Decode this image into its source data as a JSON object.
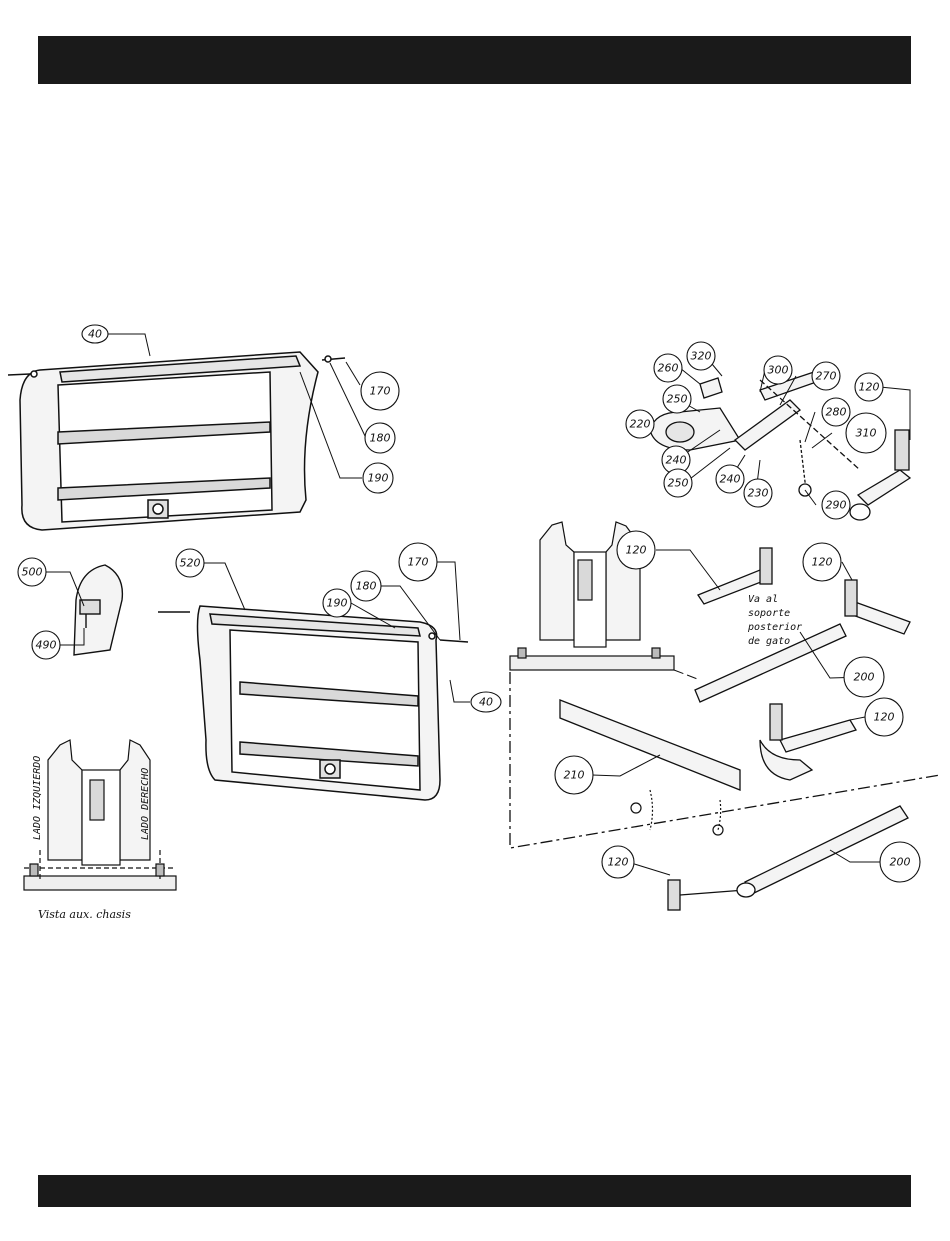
{
  "callouts": {
    "c40a": "40",
    "c170a": "170",
    "c180a": "180",
    "c190a": "190",
    "c500": "500",
    "c490": "490",
    "c520": "520",
    "c170b": "170",
    "c180b": "180",
    "c190b": "190",
    "c40b": "40",
    "c320": "320",
    "c260a": "260",
    "c300": "300",
    "c270": "270",
    "c260b": "250",
    "c220": "220",
    "c280": "280",
    "c310": "310",
    "c120a": "120",
    "c240a": "240",
    "c250": "250",
    "c240b": "240",
    "c230": "230",
    "c290": "290",
    "c120b": "120",
    "c120c": "120",
    "c200a": "200",
    "c120d": "120",
    "c210": "210",
    "c120e": "120",
    "c200b": "200"
  },
  "labels": {
    "lado_izquierdo": "LADO IZQUIERDO",
    "lado_derecho": "LADO DERECHO",
    "vista_aux": "Vista aux. chasis",
    "note_line1": "Va al",
    "note_line2": "soporte",
    "note_line3": "posterior",
    "note_line4": "de gato"
  },
  "colors": {
    "bar": "#1a1a1a",
    "line": "#111111",
    "fill_light": "#f2f2f2",
    "fill_mid": "#d9d9d9"
  }
}
